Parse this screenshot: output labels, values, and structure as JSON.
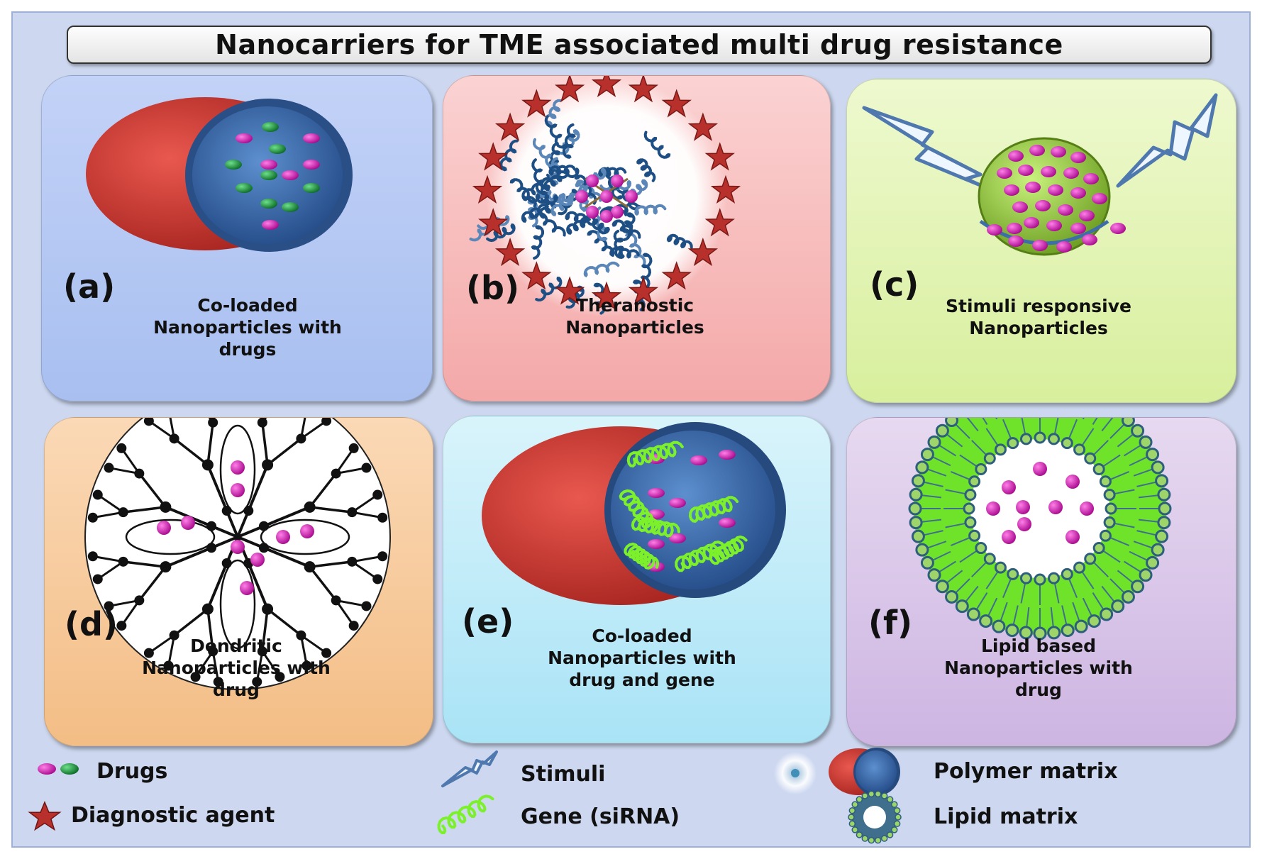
{
  "title": "Nanocarriers for TME associated multi drug resistance",
  "panels": {
    "a": {
      "label": "(a)",
      "caption": [
        "Co-loaded",
        "Nanoparticles with",
        "drugs"
      ]
    },
    "b": {
      "label": "(b)",
      "caption": [
        "Theranostic",
        "Nanoparticles"
      ]
    },
    "c": {
      "label": "(c)",
      "caption": [
        "Stimuli responsive",
        "Nanoparticles"
      ]
    },
    "d": {
      "label": "(d)",
      "caption": [
        "Dendritic",
        "Nanoparticles with",
        "drug"
      ]
    },
    "e": {
      "label": "(e)",
      "caption": [
        "Co-loaded",
        "Nanoparticles with",
        "drug and gene"
      ]
    },
    "f": {
      "label": "(f)",
      "caption": [
        "Lipid based",
        "Nanoparticles with",
        "drug"
      ]
    }
  },
  "legend": {
    "drugs": "Drugs",
    "diagnostic": "Diagnostic agent",
    "stimuli": "Stimuli",
    "gene": "Gene (siRNA)",
    "polymer": "Polymer matrix",
    "lipid": "Lipid matrix"
  },
  "colors": {
    "drug_magenta": "#d21ab4",
    "drug_green": "#129a3c",
    "star_red": "#b8302c",
    "polymer_red": "#cf3b33",
    "polymer_blue": "#3c6fae",
    "gene_green": "#7cf02a"
  }
}
